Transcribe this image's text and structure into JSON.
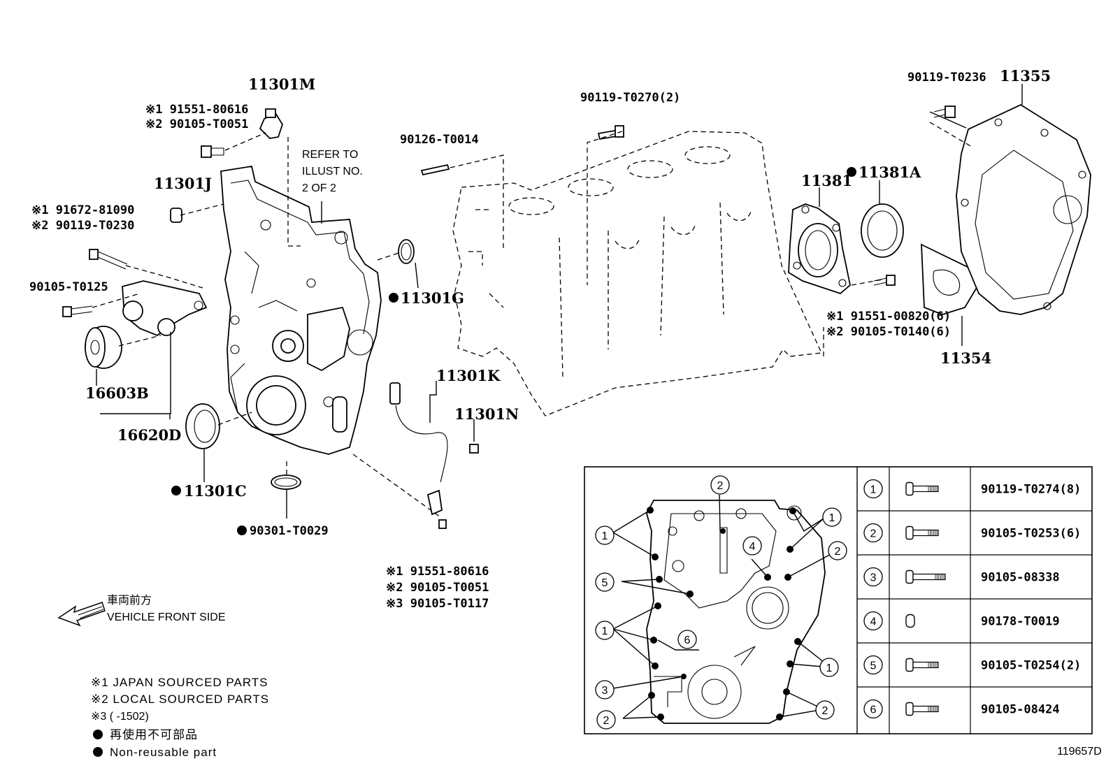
{
  "labels": {
    "p11301M": "11301M",
    "p11301M_a": "※1 91551-80616",
    "p11301M_b": "※2 90105-T0051",
    "refer1": "REFER TO",
    "refer2": "ILLUST NO.",
    "refer3": "2 OF 2",
    "p11301J": "11301J",
    "p91672": "※1 91672-81090",
    "p90119T0230": "※2 90119-T0230",
    "p90105T0125": "90105-T0125",
    "p16603B": "16603B",
    "p16620D": "16620D",
    "p11301C": "11301C",
    "p90301": "90301-T0029",
    "p11301G": "11301G",
    "p90126": "90126-T0014",
    "p90119T0270": "90119-T0270(2)",
    "p11301K": "11301K",
    "p11301N": "11301N",
    "sensor_a": "※1  91551-80616",
    "sensor_b": "※2  90105-T0051",
    "sensor_c": "※3  90105-T0117",
    "p11381": "11381",
    "p11381A": "11381A",
    "p91551_00820": "※1  91551-00820(6)",
    "p90105T0140": "※2  90105-T0140(6)",
    "p90119T0236": "90119-T0236",
    "p11355": "11355",
    "p11354": "11354",
    "front_jp": "車両前方",
    "front_en": "VEHICLE FRONT SIDE",
    "note1": "※1 JAPAN SOURCED PARTS",
    "note2": "※2 LOCAL SOURCED PARTS",
    "note3": "※3 (       -1502)",
    "note4": "再使用不可部品",
    "note5": "Non-reusable part",
    "illus_id": "119657D"
  },
  "bolt_table": [
    {
      "num": "1",
      "part": "90119-T0274(8)"
    },
    {
      "num": "2",
      "part": "90105-T0253(6)"
    },
    {
      "num": "3",
      "part": "90105-08338"
    },
    {
      "num": "4",
      "part": "90178-T0019"
    },
    {
      "num": "5",
      "part": "90105-T0254(2)"
    },
    {
      "num": "6",
      "part": "90105-08424"
    }
  ],
  "callouts": {
    "c1a": "1",
    "c1b": "1",
    "c1c": "1",
    "c1d": "1",
    "c2a": "2",
    "c2b": "2",
    "c2c": "2",
    "c2d": "2",
    "c3": "3",
    "c4": "4",
    "c5": "5",
    "c6": "6"
  }
}
